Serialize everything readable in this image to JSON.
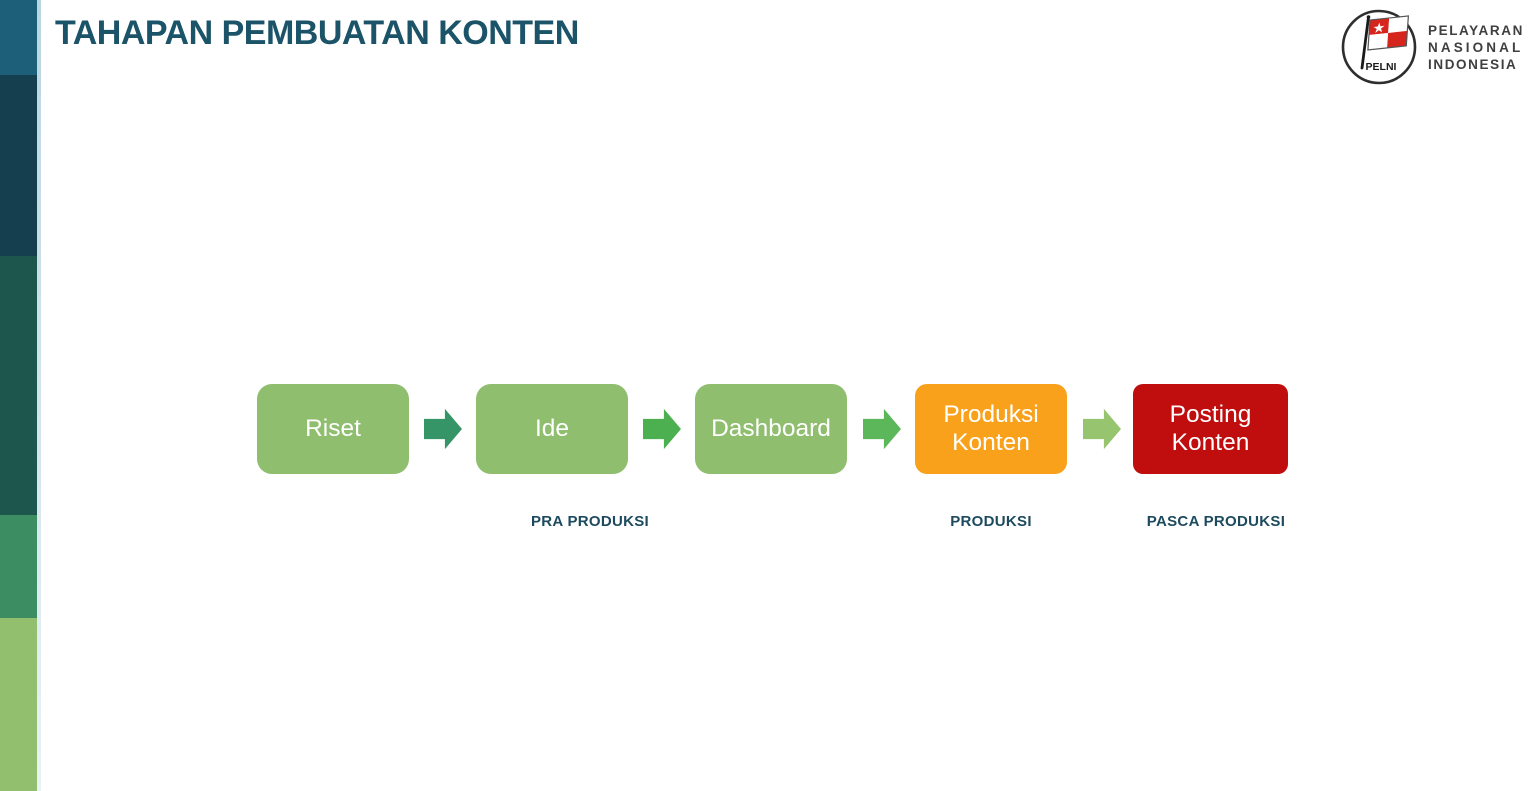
{
  "slide": {
    "title": "TAHAPAN PEMBUATAN KONTEN",
    "title_color": "#1B5368"
  },
  "logo": {
    "badge_text": "PELNI",
    "company_lines": [
      "PELAYARAN",
      "NASIONAL",
      "INDONESIA"
    ],
    "flag_red": "#D6251D"
  },
  "sidebar": {
    "segments": [
      {
        "name": "teal",
        "color": "#1D5F78"
      },
      {
        "name": "navy",
        "color": "#153F4E"
      },
      {
        "name": "dark-green",
        "color": "#1D564D"
      },
      {
        "name": "medium-green",
        "color": "#3C8E62"
      },
      {
        "name": "light-green",
        "color": "#92BF6E"
      }
    ],
    "edge_line_color": "#CBDFE8"
  },
  "flow": {
    "steps": [
      {
        "label": "Riset",
        "bg": "#8FBE6E",
        "fg": "#FFFFFF"
      },
      {
        "label": "Ide",
        "bg": "#8FBE6E",
        "fg": "#FFFFFF"
      },
      {
        "label": "Dashboard",
        "bg": "#8FBE6E",
        "fg": "#FFFFFF"
      },
      {
        "label": "Produksi Konten",
        "bg": "#F9A11B",
        "fg": "#FFFFFF"
      },
      {
        "label": "Posting Konten",
        "bg": "#C00D0D",
        "fg": "#FFFFFF"
      }
    ],
    "arrows": [
      {
        "color": "#369566"
      },
      {
        "color": "#4CAF50"
      },
      {
        "color": "#5CB65A"
      },
      {
        "color": "#97C46F"
      }
    ],
    "phases": [
      {
        "label": "PRA PRODUKSI"
      },
      {
        "label": "PRODUKSI"
      },
      {
        "label": "PASCA PRODUKSI"
      }
    ],
    "phase_color": "#1D4A5E"
  }
}
